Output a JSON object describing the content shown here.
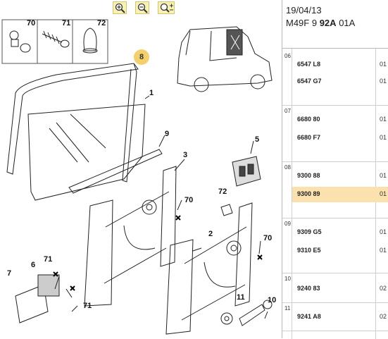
{
  "toolbar": {
    "zoom_in_icon": "magnifier-plus-icon",
    "zoom_out_icon": "magnifier-minus-icon",
    "zoom_fit_icon": "magnifier-arrows-icon"
  },
  "header": {
    "date": "19/04/13",
    "ref_a": "M49F 9",
    "ref_b": "92A",
    "ref_c": "01A"
  },
  "callouts": {
    "c70_top": "70",
    "c71_top": "71",
    "c72_top": "72",
    "c8": "8",
    "c1": "1",
    "c9": "9",
    "c3": "3",
    "c5": "5",
    "c70_mid": "70",
    "c72_mid": "72",
    "c2": "2",
    "c70_right": "70",
    "c7": "7",
    "c6": "6",
    "c71_a": "71",
    "c71_b": "71",
    "c11": "11",
    "c10": "10"
  },
  "groups": [
    {
      "label": "06",
      "rows": [
        {
          "code": "6547 L8",
          "qty": "01"
        },
        {
          "code": "6547 G7",
          "qty": "01"
        }
      ]
    },
    {
      "label": "07",
      "rows": [
        {
          "code": "6680 80",
          "qty": "01"
        },
        {
          "code": "6680 F7",
          "qty": "01"
        }
      ]
    },
    {
      "label": "08",
      "rows": [
        {
          "code": "9300 88",
          "qty": "01"
        },
        {
          "code": "9300 89",
          "qty": "01"
        }
      ]
    },
    {
      "label": "09",
      "rows": [
        {
          "code": "9309 G5",
          "qty": "01"
        },
        {
          "code": "9310 E5",
          "qty": "01"
        }
      ]
    },
    {
      "label": "10",
      "rows": [
        {
          "code": "9240 83",
          "qty": "02"
        }
      ]
    },
    {
      "label": "11",
      "rows": [
        {
          "code": "9241 A8",
          "qty": "02"
        }
      ]
    }
  ],
  "colors": {
    "selected_row": "#fbe1ad",
    "highlight_callout": "#f3d06c",
    "toolbar_button": "#f7f1b4"
  }
}
